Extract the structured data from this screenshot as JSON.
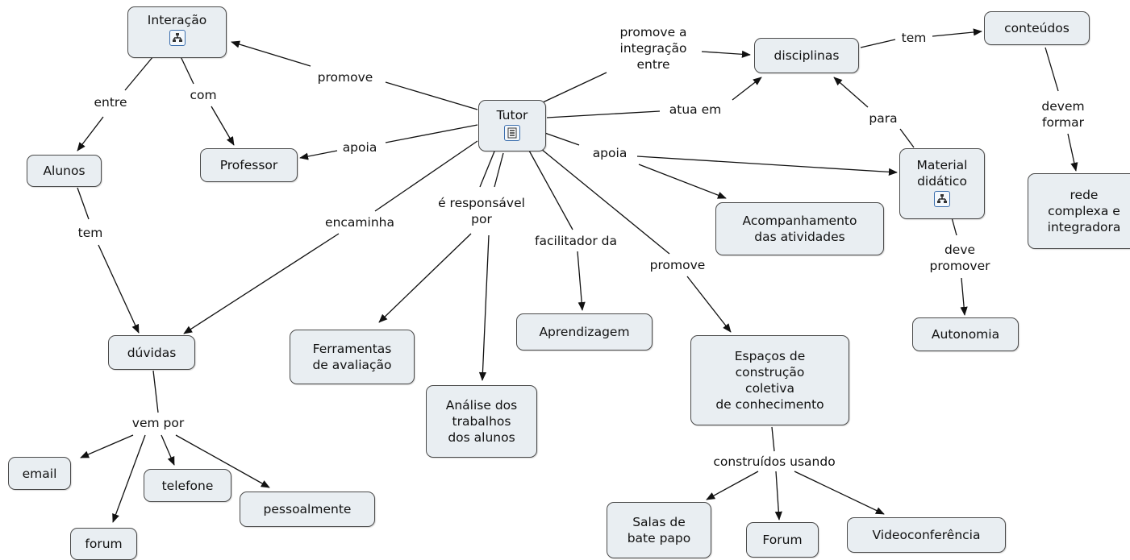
{
  "nodes": {
    "interacao": "Interação",
    "alunos": "Alunos",
    "professor": "Professor",
    "tutor": "Tutor",
    "disciplinas": "disciplinas",
    "conteudos": "conteúdos",
    "rede": "rede\ncomplexa e\nintegradora",
    "material": "Material\ndidático",
    "acompanhamento": "Acompanhamento\ndas atividades",
    "autonomia": "Autonomia",
    "duvidas": "dúvidas",
    "ferramentas": "Ferramentas\nde avaliação",
    "analise": "Análise dos\ntrabalhos\ndos alunos",
    "aprendizagem": "Aprendizagem",
    "espacos": "Espaços de\nconstrução\ncoletiva\nde conhecimento",
    "email": "email",
    "telefone": "telefone",
    "pessoalmente": "pessoalmente",
    "forum1": "forum",
    "salas": "Salas de\nbate papo",
    "forum2": "Forum",
    "video": "Videoconferência"
  },
  "links": {
    "entre": "entre",
    "com": "com",
    "promove_interacao": "promove",
    "tem_alunos": "tem",
    "apoia_professor": "apoia",
    "promove_integracao": "promove a\nintegração\nentre",
    "atua_em": "atua em",
    "tem_disciplinas": "tem",
    "devem_formar": "devem\nformar",
    "para": "para",
    "apoia_material": "apoia",
    "deve_promover": "deve\npromover",
    "encaminha": "encaminha",
    "responsavel": "é responsável\npor",
    "facilitador": "facilitador da",
    "promove_espacos": "promove",
    "vem_por": "vem por",
    "construidos": "construídos usando"
  },
  "icons": {
    "interacao": "concept-map-icon",
    "tutor": "document-icon",
    "material": "concept-map-icon"
  }
}
